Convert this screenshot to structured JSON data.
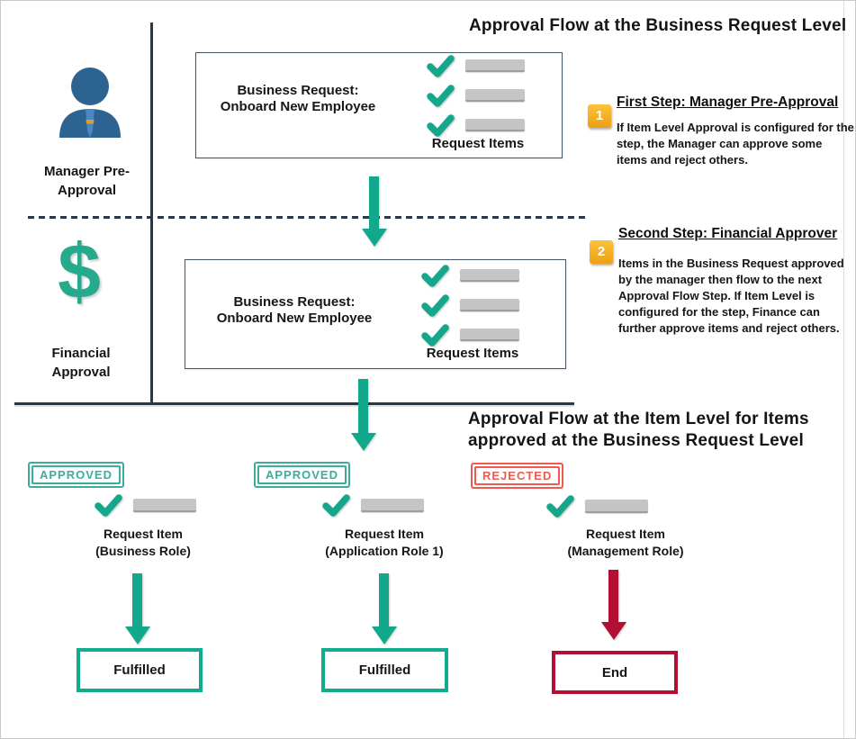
{
  "titles": {
    "business_request_level": "Approval Flow at the Business Request Level",
    "item_level_line1": "Approval Flow at the Item Level for Items",
    "item_level_line2": "approved at the Business Request Level"
  },
  "lanes": {
    "manager": {
      "label_line1": "Manager Pre-",
      "label_line2": "Approval"
    },
    "financial": {
      "label_line1": "Financial",
      "label_line2": "Approval",
      "dollar_glyph": "$"
    }
  },
  "request_boxes": {
    "box1": {
      "title_line1": "Business Request:",
      "title_line2": "Onboard New Employee",
      "items_label": "Request Items"
    },
    "box2": {
      "title_line1": "Business Request:",
      "title_line2": "Onboard New Employee",
      "items_label": "Request Items"
    }
  },
  "steps": [
    {
      "number": "1",
      "heading": "First Step: Manager Pre-Approval",
      "body": "If Item Level Approval is configured for the step, the Manager can approve some items and reject others."
    },
    {
      "number": "2",
      "heading": "Second Step: Financial Approver",
      "body": "Items in the Business Request approved by the manager then flow to the next Approval Flow Step. If Item Level is configured for the step, Finance can further approve items and reject others."
    }
  ],
  "item_columns": [
    {
      "stamp": "APPROVED",
      "name_line1": "Request Item",
      "name_line2": "(Business Role)",
      "result": "Fulfilled"
    },
    {
      "stamp": "APPROVED",
      "name_line1": "Request Item",
      "name_line2": "(Application Role 1)",
      "result": "Fulfilled"
    },
    {
      "stamp": "REJECTED",
      "name_line1": "Request Item",
      "name_line2": "(Management Role)",
      "result": "End"
    }
  ],
  "colors": {
    "teal": "#12a88b",
    "navy_line": "#263849",
    "crimson": "#b30f35",
    "rejected_red": "#ee4b41",
    "approved_teal": "#2aa893",
    "badge_orange": "#f2a71c",
    "person_blue": "#2d6391",
    "tie_blue": "#4c87c5",
    "tie_gold": "#d9a125",
    "bar_gray": "#c5c5c5"
  }
}
